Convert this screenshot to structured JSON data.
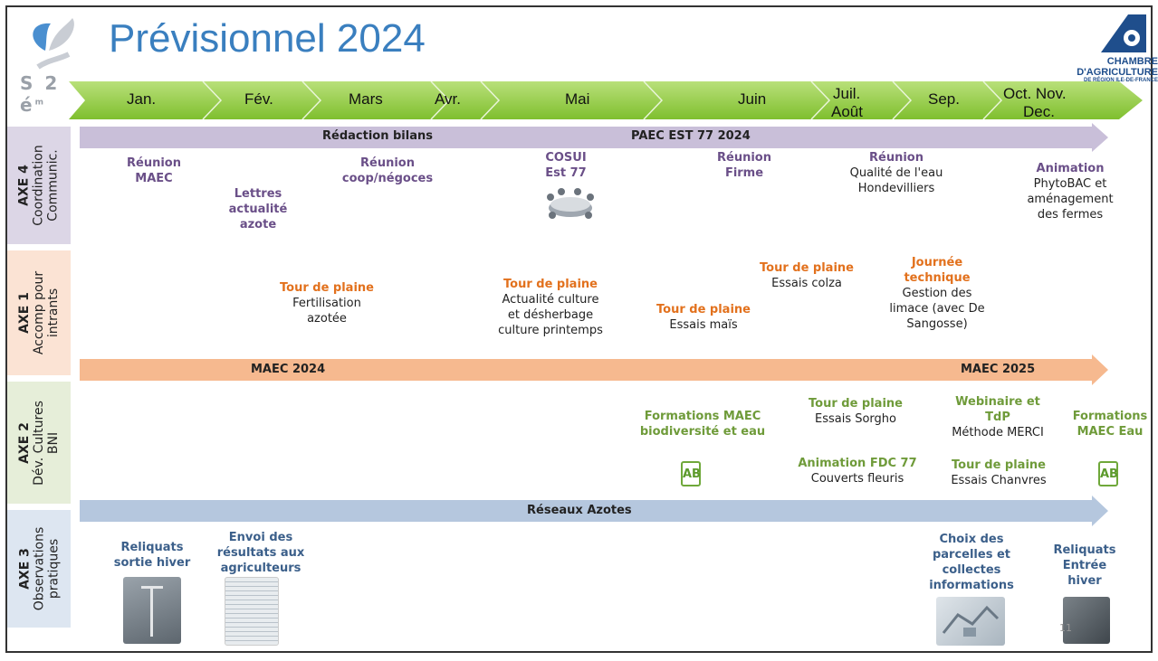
{
  "title": "Prévisionnel 2024",
  "logo_left": {
    "text": "S 2 é",
    "sup": "m"
  },
  "logo_right": {
    "line1": "CHAMBRE",
    "line2": "D'AGRICULTURE",
    "line3": "DE RÉGION ILE-DE-FRANCE"
  },
  "months": [
    "Jan.",
    "Fév.",
    "Mars",
    "Avr.",
    "Mai",
    "Juin",
    "Juil.",
    "Août",
    "Sep.",
    "Oct. Nov.",
    "Dec."
  ],
  "axes": [
    {
      "num": "AXE 4",
      "line1": "Coordination",
      "line2": "Communic.",
      "color": "#dcd6e6"
    },
    {
      "num": "AXE 1",
      "line1": "Accomp pour",
      "line2": "intrants",
      "color": "#fbe3d4"
    },
    {
      "num": "AXE 2",
      "line1": "Dév. Cultures",
      "line2": "BNI",
      "color": "#e6eed9"
    },
    {
      "num": "AXE 3",
      "line1": "Observations",
      "line2": "pratiques",
      "color": "#dde6f1"
    }
  ],
  "bars": {
    "axe4_left": "Rédaction bilans",
    "axe4_right": "PAEC EST 77 2024",
    "axe1_left": "MAEC 2024",
    "axe1_right": "MAEC 2025",
    "axe3": "Réseaux Azotes"
  },
  "axe4": {
    "reunion_maec": {
      "l1": "Réunion",
      "l2": "MAEC"
    },
    "lettres": {
      "l1": "Lettres",
      "l2": "actualité",
      "l3": "azote"
    },
    "reunion_coop": {
      "l1": "Réunion",
      "l2": "coop/négoces"
    },
    "cosui": {
      "l1": "COSUI",
      "l2": "Est 77"
    },
    "reunion_firme": {
      "l1": "Réunion",
      "l2": "Firme"
    },
    "reunion_qualite": {
      "title": "Réunion",
      "l1": "Qualité de l'eau",
      "l2": "Hondevilliers"
    },
    "animation": {
      "title": "Animation",
      "l1": "PhytoBAC et",
      "l2": "aménagement",
      "l3": "des fermes"
    }
  },
  "axe1": {
    "tdp_ferti": {
      "title": "Tour de plaine",
      "l1": "Fertilisation",
      "l2": "azotée"
    },
    "tdp_actu": {
      "title": "Tour de plaine",
      "l1": "Actualité culture",
      "l2": "et désherbage",
      "l3": "culture printemps"
    },
    "tdp_mais": {
      "title": "Tour de plaine",
      "l1": "Essais maïs"
    },
    "tdp_colza": {
      "title": "Tour de plaine",
      "l1": "Essais colza"
    },
    "journee": {
      "t1": "Journée",
      "t2": "technique",
      "l1": "Gestion des",
      "l2": "limace (avec De",
      "l3": "Sangosse)"
    }
  },
  "axe2": {
    "formations1": {
      "l1": "Formations MAEC",
      "l2": "biodiversité et eau"
    },
    "tdp_sorgho": {
      "title": "Tour de plaine",
      "l1": "Essais Sorgho"
    },
    "webinaire": {
      "t1": "Webinaire et",
      "t2": "TdP",
      "l1": "Méthode MERCI"
    },
    "formations2": {
      "l1": "Formations",
      "l2": "MAEC Eau"
    },
    "animation_fdc": {
      "title": "Animation FDC 77",
      "l1": "Couverts fleuris"
    },
    "tdp_chanvres": {
      "title": "Tour de plaine",
      "l1": "Essais Chanvres"
    },
    "ab_label": "AB"
  },
  "axe3": {
    "reliquats_sortie": {
      "l1": "Reliquats",
      "l2": "sortie hiver"
    },
    "envoi": {
      "l1": "Envoi des",
      "l2": "résultats aux",
      "l3": "agriculteurs"
    },
    "choix": {
      "l1": "Choix des",
      "l2": "parcelles et",
      "l3": "collectes",
      "l4": "informations"
    },
    "reliquats_entree": {
      "l1": "Reliquats",
      "l2": "Entrée",
      "l3": "hiver"
    }
  },
  "page_number": "11",
  "colors": {
    "title": "#3a7fbf",
    "purple_bar": "#c9bfd9",
    "orange_bar": "#f6b98f",
    "blue_bar": "#b5c7de",
    "green_arrow": "#8ccc3c"
  }
}
